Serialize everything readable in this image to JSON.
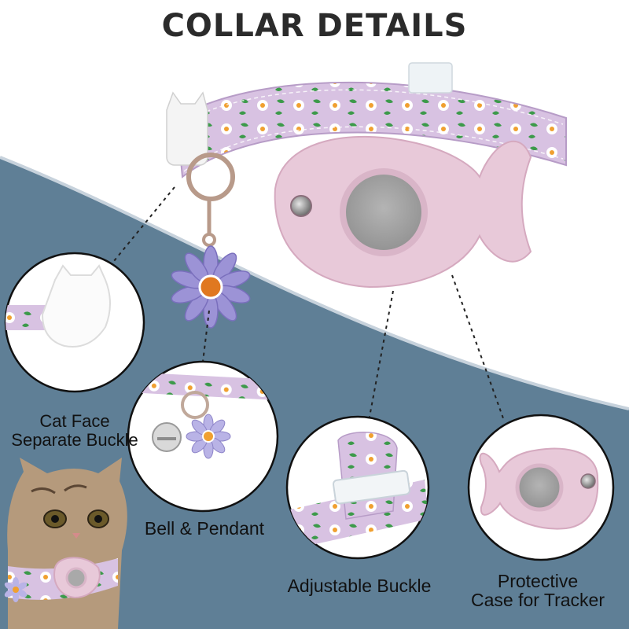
{
  "title": "COLLAR DETAILS",
  "labels": {
    "cat_face": [
      "Cat Face",
      "Separate Buckle"
    ],
    "bell": "Bell & Pendant",
    "adjustable": "Adjustable Buckle",
    "protective": [
      "Protective",
      "Case for Tracker"
    ]
  },
  "colors": {
    "background_band": "#5f7f96",
    "collar_lilac": "#d8c2e2",
    "case_pink": "#e8c9d9",
    "tracker_gray": "#a9a9a9",
    "daisy_petal": "#ffffff",
    "flower_center": "#f0a030",
    "pendant_petal": "#9c93d6"
  },
  "icons": [
    "cat-face-buckle-icon",
    "daisy-pendant-icon",
    "bell-icon",
    "fish-case-icon",
    "cat-photo"
  ]
}
